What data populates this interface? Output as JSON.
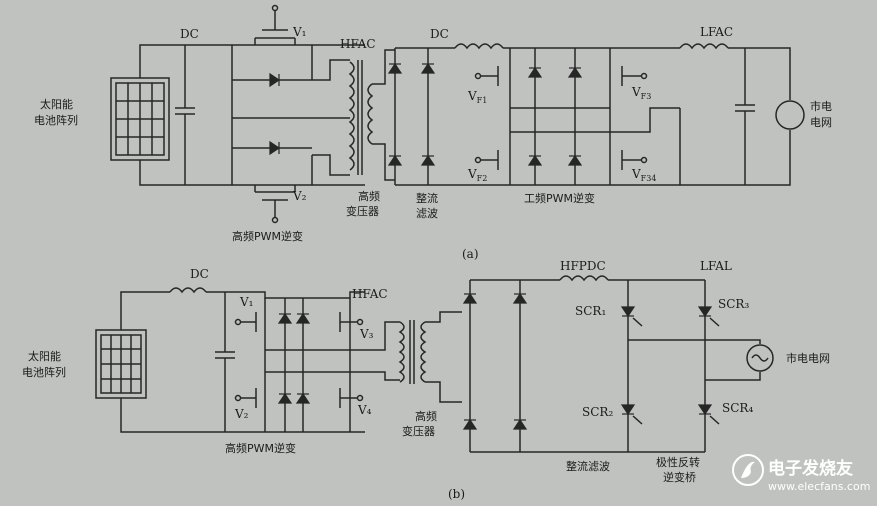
{
  "top": {
    "label_dc_left": "DC",
    "label_v1": "V₁",
    "label_v2": "V₂",
    "label_hfac": "HFAC",
    "label_dc_right": "DC",
    "label_lfac": "LFAC",
    "label_vf1": "V",
    "label_vf1_sub": "F1",
    "label_vf2": "V",
    "label_vf2_sub": "F2",
    "label_vf3": "V",
    "label_vf3_sub": "F3",
    "label_vf34": "V",
    "label_vf34_sub": "F34",
    "solar_label_1": "太阳能",
    "solar_label_2": "电池阵列",
    "grid_label_1": "市电",
    "grid_label_2": "电网",
    "hf_inverter": "高频PWM逆变",
    "transformer_1": "高频",
    "transformer_2": "变压器",
    "rectifier_1": "整流",
    "rectifier_2": "滤波",
    "lf_inverter": "工频PWM逆变",
    "caption": "(a)"
  },
  "bottom": {
    "label_dc": "DC",
    "label_v1": "V₁",
    "label_v2": "V₂",
    "label_v3": "V₃",
    "label_v4": "V₄",
    "label_hfac": "HFAC",
    "label_hfpdc": "HFPDC",
    "label_lfal": "LFAL",
    "label_scr1": "SCR₁",
    "label_scr2": "SCR₂",
    "label_scr3": "SCR₃",
    "label_scr4": "SCR₄",
    "solar_label_1": "太阳能",
    "solar_label_2": "电池阵列",
    "grid_label": "市电电网",
    "hf_inverter": "高频PWM逆变",
    "transformer_1": "高频",
    "transformer_2": "变压器",
    "rectifier": "整流滤波",
    "polarity_1": "极性反转",
    "polarity_2": "逆变桥",
    "caption": "(b)"
  },
  "watermark": {
    "title": "电子发烧友",
    "url": "www.elecfans.com"
  },
  "colors": {
    "background": "#bfc2bf",
    "ink": "#262626",
    "watermark": "#ffffff"
  }
}
